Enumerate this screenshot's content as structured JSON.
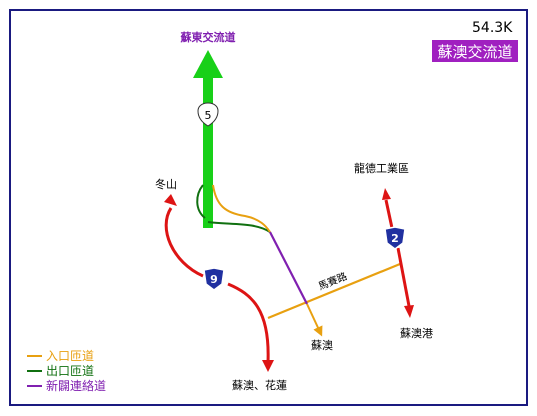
{
  "map": {
    "distance": "54.3K",
    "interchange_title": "蘇澳交流道",
    "colors": {
      "frame": "#1a1a80",
      "title_bg": "#a020c0",
      "title_text": "#ffffff",
      "freeway": "#18d018",
      "provincial_road": "#dd1414",
      "entrance_ramp": "#e8a010",
      "exit_ramp": "#107010",
      "connector": "#8020b0",
      "shield_fill": "#2030a0"
    },
    "place_labels": {
      "north_destination": "蘇東交流道",
      "dongshan": "冬山",
      "longde": "龍德工業區",
      "suao_port": "蘇澳港",
      "suao": "蘇澳",
      "suao_hualien": "蘇澳、花蓮",
      "mayao_road": "馬賽路"
    },
    "shields": {
      "freeway_5": "5",
      "route_9": "9",
      "route_2": "2"
    },
    "legend": [
      {
        "label": "入口匝道",
        "color": "#e8a010"
      },
      {
        "label": "出口匝道",
        "color": "#107010"
      },
      {
        "label": "新闢連絡道",
        "color": "#8020b0"
      }
    ]
  }
}
